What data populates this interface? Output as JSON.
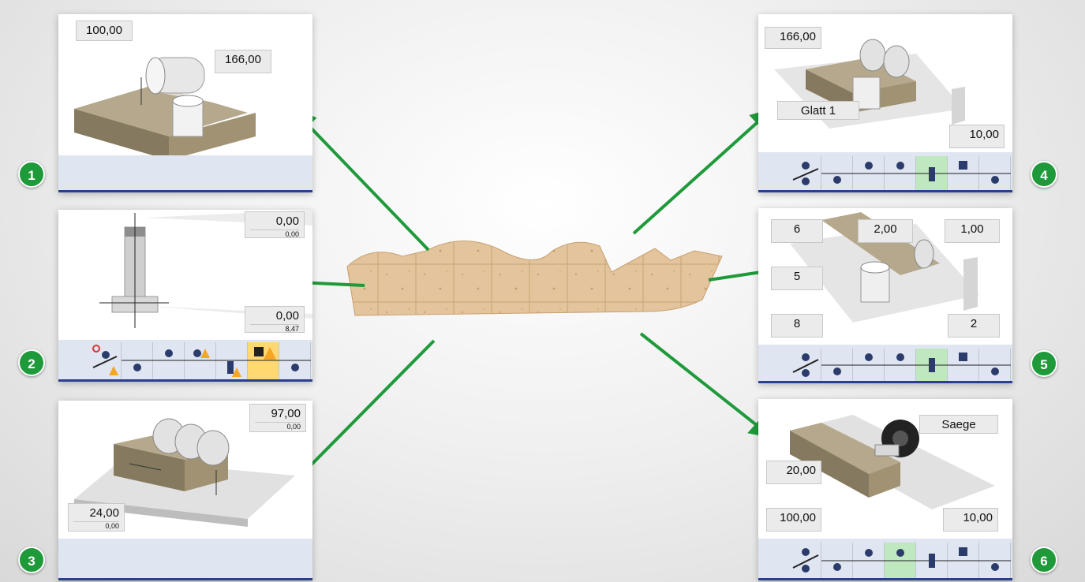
{
  "panels": {
    "p1": {
      "number": "1",
      "left_value": "100,00",
      "right_value": "166,00"
    },
    "p2": {
      "number": "2",
      "top": {
        "main": "0,00",
        "sub": "0,00"
      },
      "bottom": {
        "main": "0,00",
        "sub": "8,47"
      }
    },
    "p3": {
      "number": "3",
      "top": {
        "main": "97,00",
        "sub": "0,00"
      },
      "bottom": {
        "main": "24,00",
        "sub": "0,00"
      }
    },
    "p4": {
      "number": "4",
      "top_value": "166,00",
      "label": "Glatt 1",
      "bottom_value": "10,00"
    },
    "p5": {
      "number": "5",
      "v_6": "6",
      "v_2_00": "2,00",
      "v_1_00": "1,00",
      "v_5": "5",
      "v_8": "8",
      "v_2": "2"
    },
    "p6": {
      "number": "6",
      "label": "Saege",
      "v_20": "20,00",
      "v_100": "100,00",
      "v_10": "10,00"
    }
  },
  "colors": {
    "accent_green": "#1f9a3b",
    "arrow_green": "#1f9a3b",
    "active_tool": "#bfe8bf",
    "warning_tool": "#ffd872",
    "strip_border": "#2a3f8f"
  }
}
